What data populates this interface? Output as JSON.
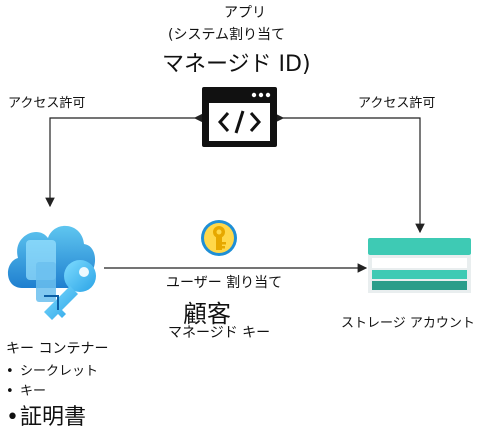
{
  "app": {
    "title_line1": "アプリ",
    "title_line2": "(システム割り当て",
    "title_line3": "マネージド ID)"
  },
  "edges": {
    "left_access": "アクセス許可",
    "right_access": "アクセス許可",
    "user_assigned": "ユーザー 割り当て",
    "customer": "顧客",
    "managed_key": "マネージド キー"
  },
  "key_vault": {
    "label": "キー コンテナー",
    "items": [
      "シークレット",
      "キー",
      "証明書"
    ]
  },
  "storage": {
    "label": "ストレージ アカウント"
  },
  "icons": {
    "app": "code-window-icon",
    "identity": "managed-identity-key-icon",
    "vault": "key-vault-icon",
    "storage": "storage-account-icon"
  },
  "colors": {
    "storage_top": "#3ecab4",
    "storage_band": "#2a9d8a",
    "vault_blue": "#1f8fd6",
    "key_gold": "#f5c518"
  }
}
